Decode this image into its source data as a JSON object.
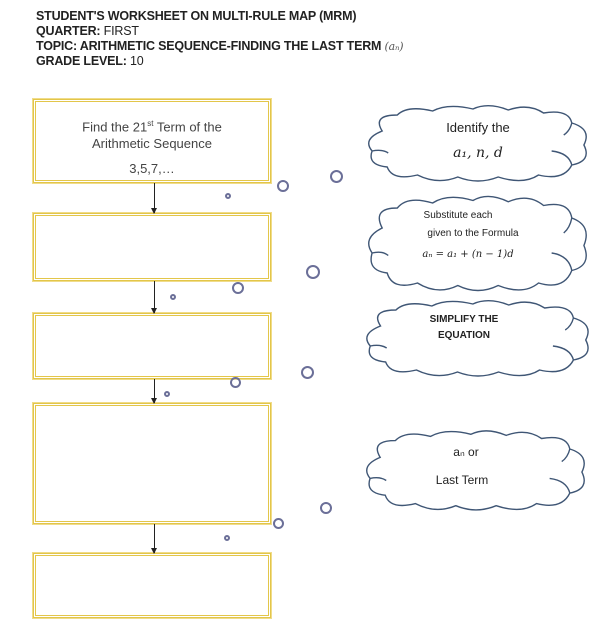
{
  "header": {
    "title": "STUDENT'S WORKSHEET ON MULTI-RULE MAP (MRM)",
    "quarter_label": "QUARTER:",
    "quarter_value": "FIRST",
    "topic_label": "TOPIC: ARITHMETIC SEQUENCE-FINDING THE LAST TERM",
    "topic_math": "(aₙ)",
    "grade_label": "GRADE LEVEL:",
    "grade_value": "10"
  },
  "problem": {
    "line1_pre": "Find the 21",
    "line1_sup": "st",
    "line1_post": " Term of the",
    "line2": "Arithmetic Sequence",
    "line3": "3,5,7,…"
  },
  "clouds": [
    {
      "line1": "Identify the",
      "line2": "a₁,  n,   d"
    },
    {
      "line1": "Substitute each",
      "line2": "given to the Formula",
      "line3": "aₙ =  a₁ + (n − 1)d"
    },
    {
      "line1": "SIMPLIFY THE",
      "line2": "EQUATION"
    },
    {
      "line1": "aₙ or",
      "line2": "Last Term"
    }
  ],
  "colors": {
    "box_border": "#e3c64a",
    "cloud_stroke": "#3f5675",
    "ring": "#6b6f98"
  }
}
